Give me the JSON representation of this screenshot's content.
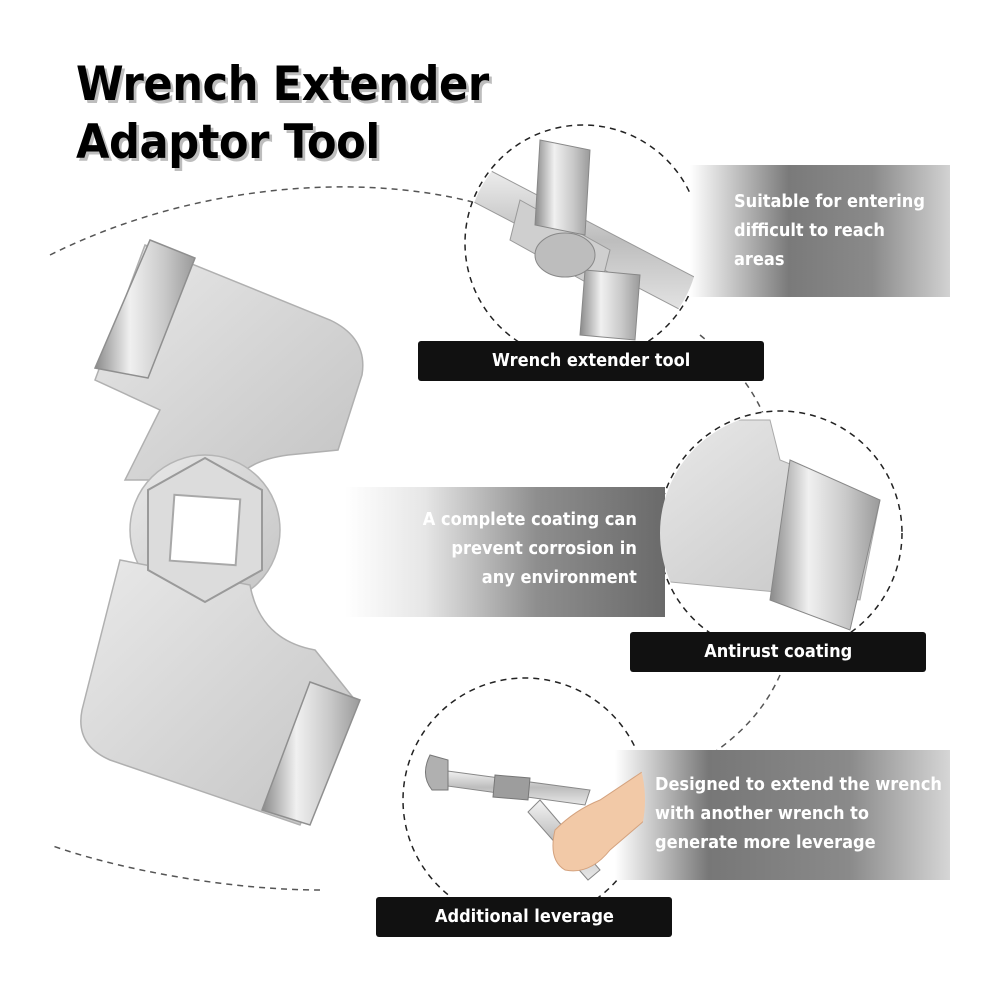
{
  "title": {
    "line1": "Wrench Extender",
    "line2": "Adaptor Tool"
  },
  "features": [
    {
      "label": "Wrench extender tool",
      "lines": [
        "Suitable for entering",
        "difficult to reach",
        "areas"
      ]
    },
    {
      "label": "Antirust coating",
      "lines": [
        "A complete coating can",
        "prevent corrosion in",
        "any environment"
      ]
    },
    {
      "label": "Additional leverage",
      "lines": [
        "Designed to extend the wrench",
        "with another wrench to",
        "generate more leverage"
      ]
    }
  ],
  "colors": {
    "label_background": "#111111",
    "metal": "#d9d9d9",
    "dashed_line": "#444444"
  },
  "icons": [
    "wrench-extender-product",
    "wrench-extender-closeup",
    "antirust-corner-closeup",
    "hand-with-wrench"
  ]
}
